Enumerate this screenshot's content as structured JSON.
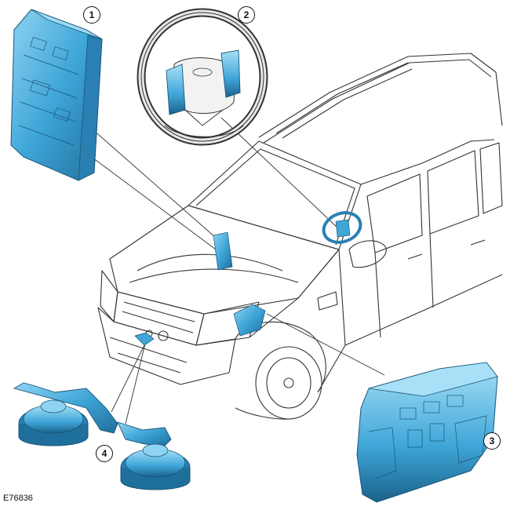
{
  "figure_code": "E76836",
  "callouts": [
    {
      "number": "1",
      "component": "body-control-module"
    },
    {
      "number": "2",
      "component": "steering-wheel-switches"
    },
    {
      "number": "3",
      "component": "fuse-box"
    },
    {
      "number": "4",
      "component": "horns"
    }
  ],
  "colors": {
    "component_fill": "#3fa6d8",
    "component_dark": "#1f6f9c",
    "component_light": "#8fd3f2",
    "line": "#333333"
  }
}
